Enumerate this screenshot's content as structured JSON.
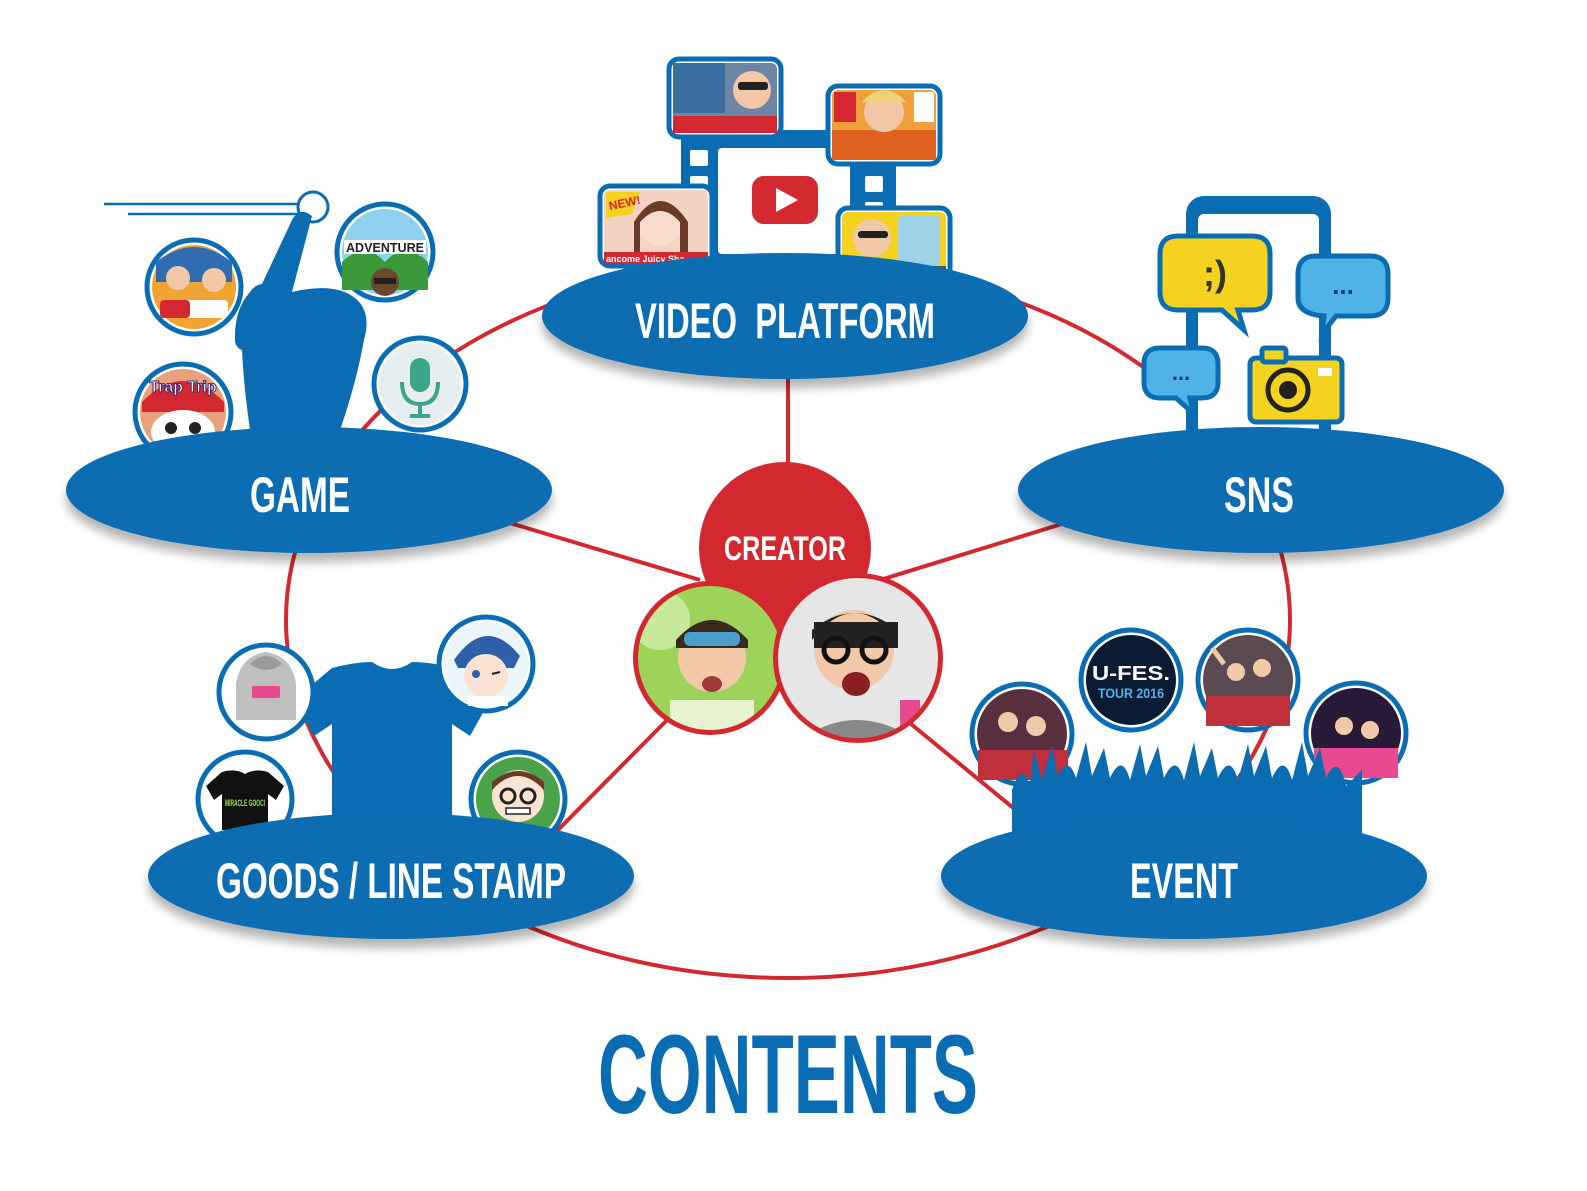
{
  "colors": {
    "blue": "#0a6db3",
    "red": "#d3282f",
    "white": "#ffffff",
    "yellow": "#f4d21f"
  },
  "center": {
    "label": "CREATOR"
  },
  "nodes": {
    "video": {
      "label": "VIDEO  PLATFORM"
    },
    "game": {
      "label": "GAME"
    },
    "sns": {
      "label": "SNS"
    },
    "goods": {
      "label": "GOODS / LINE STAMP"
    },
    "event": {
      "label": "EVENT"
    }
  },
  "image_text": {
    "sns_bubble_emoticon": ";)",
    "sns_bubble_dots_right": "...",
    "sns_bubble_dots_left": "...",
    "game_thumb_adventure": "ADVENTURE",
    "game_thumb_trap": "Trap Trip",
    "event_thumb_ufes": "U-FES.",
    "event_thumb_tour": "TOUR 2016",
    "goods_thumb_tshirt": "MIRACLE GOOCI",
    "video_thumb_newl": "NEW!",
    "video_thumb_caption": "ancome  Juicy  Sha"
  },
  "footer": {
    "title": "CONTENTS"
  },
  "icons": [
    "youtube-play-icon",
    "pointing-hand-icon",
    "microphone-icon",
    "smartphone-icon",
    "camera-icon",
    "tshirt-icon",
    "crowd-icon"
  ]
}
